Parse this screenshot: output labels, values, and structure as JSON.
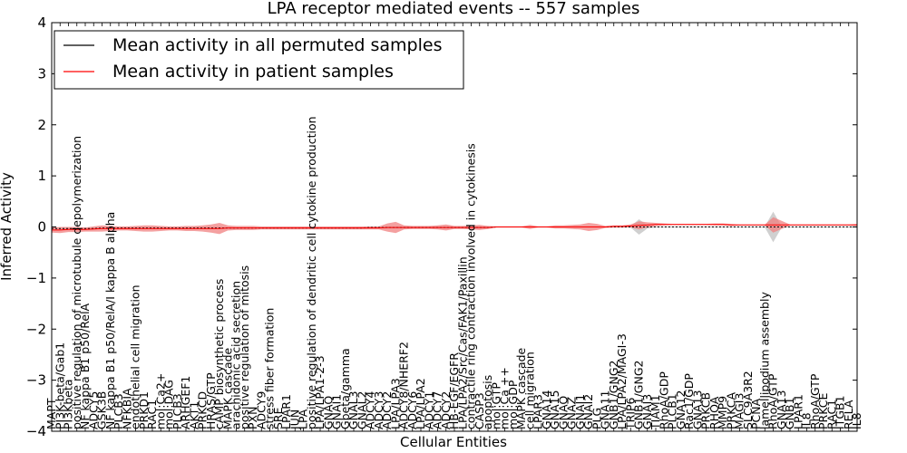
{
  "chart_data": {
    "type": "line",
    "title": "LPA receptor mediated events -- 557 samples",
    "xlabel": "Cellular Entities",
    "ylabel": "Inferred Activity",
    "ylim": [
      -4,
      4
    ],
    "yticks": [
      -4,
      -3,
      -2,
      -1,
      0,
      1,
      2,
      3,
      4
    ],
    "grid": false,
    "legend_position": "top-left",
    "colors": {
      "permuted": "#000000",
      "patient": "#ff0000",
      "patient_band": "#f08080",
      "permuted_band": "#b0b0b0"
    },
    "categories": [
      "MAPT",
      "PI3K-beta/Gab1",
      "PI3Kbeta",
      "positive regulation of microtubule depolymerization",
      "NF kappa B1 p50/RelA",
      "ADCY5",
      "GSK3B",
      "NF kappa B1 p50/RelA/I kappa B alpha",
      "PLCB3",
      "NFKBIA",
      "endothelial cell migration",
      "PRKD1",
      "RAC1",
      "mol:Ca2+",
      "mol:DAG",
      "PLCB3",
      "ARHGEF1",
      "AKT1",
      "PRKCD",
      "HRAS/GTP",
      "cAMP biosynthetic process",
      "MAPK cascade",
      "arachidonic acid secretion",
      "positive regulation of mitosis",
      "PXN",
      "ADCY9",
      "stress fiber formation",
      "SRE",
      "LPAR1",
      "JUN",
      "LPA",
      "positive regulation of dendritic cell cytokine production",
      "LPA/LPA1-2-3",
      "GNAQ",
      "GNAI1",
      "Gbeta/gamma",
      "GNAL3",
      "GNAL2",
      "ADCY4",
      "ADCY3",
      "ADCY2",
      "LPA/LPA3",
      "ADCY8/NHERF2",
      "ADCY6",
      "LPA/LPA2",
      "ADCY1",
      "ADCY7",
      "ADCY2",
      "HB-EGF/EGFR",
      "LPA/LPA2/Src/Cas/FAK1/Paxillin",
      "contractile ring contraction involved in cytokinesis",
      "CASP3",
      "apoptosis",
      "mol:GTP",
      "mol:Ca ++",
      "mol:GDP",
      "MAPK cascade",
      "cell migration",
      "LPAR3",
      "GNA14",
      "GNA15",
      "GNAO",
      "GNAZ",
      "GNAI1",
      "GNAI2",
      "PLG",
      "GNA11",
      "GNB1/GNG2",
      "LPA/LPA2/MAGI-3",
      "TRIP6",
      "GNB1/GNG2",
      "GNAI3",
      "TIAM1",
      "RhoA/GDP",
      "PLCB1",
      "GNA12",
      "Rac1/GDP",
      "GNA13",
      "PRKCB",
      "RHOA",
      "MMP9",
      "PRKCA",
      "MAGI3",
      "SLC9A3R2",
      "PCNA",
      "lamellipodium assembly",
      "RhoA/GTP",
      "GNA13",
      "GNB1",
      "LPAR1",
      "IL8",
      "RhoA/GTP",
      "PRKCE",
      "RAC1",
      "ITGB1",
      "RELA",
      "IL8"
    ],
    "series": [
      {
        "name": "Mean activity in all permuted samples",
        "values": [
          -0.03,
          -0.03,
          -0.03,
          -0.03,
          -0.03,
          -0.03,
          -0.02,
          -0.02,
          -0.02,
          -0.02,
          -0.02,
          -0.02,
          -0.02,
          -0.02,
          -0.02,
          -0.02,
          -0.02,
          -0.02,
          -0.02,
          -0.02,
          -0.02,
          -0.02,
          -0.02,
          -0.02,
          -0.02,
          -0.02,
          -0.02,
          -0.02,
          -0.02,
          -0.02,
          -0.02,
          -0.02,
          -0.02,
          -0.02,
          -0.02,
          -0.02,
          -0.02,
          -0.02,
          -0.01,
          -0.01,
          -0.01,
          -0.01,
          -0.01,
          -0.01,
          -0.01,
          -0.01,
          -0.01,
          -0.01,
          -0.01,
          -0.01,
          -0.01,
          -0.01,
          -0.01,
          0.0,
          0.0,
          0.0,
          0.0,
          0.0,
          0.0,
          0.0,
          0.0,
          0.0,
          0.0,
          0.0,
          0.0,
          0.0,
          0.0,
          0.0,
          0.0,
          0.0,
          0.0,
          0.0,
          0.0,
          0.0,
          0.0,
          0.0,
          0.0,
          0.0,
          0.0,
          0.0,
          0.0,
          0.0,
          0.0,
          0.0,
          0.0,
          0.0,
          0.0,
          0.0,
          0.0,
          0.0,
          0.0,
          0.0,
          0.0,
          0.0,
          0.0,
          0.0,
          0.0
        ]
      },
      {
        "name": "Mean activity in patient samples",
        "values": [
          -0.06,
          -0.06,
          -0.05,
          -0.05,
          -0.05,
          -0.04,
          -0.03,
          -0.03,
          -0.03,
          -0.03,
          -0.03,
          -0.03,
          -0.03,
          -0.03,
          -0.03,
          -0.03,
          -0.03,
          -0.03,
          -0.03,
          -0.03,
          -0.03,
          -0.02,
          -0.02,
          -0.02,
          -0.02,
          -0.02,
          -0.02,
          -0.02,
          -0.02,
          -0.02,
          -0.02,
          -0.02,
          -0.02,
          -0.02,
          -0.02,
          -0.02,
          -0.02,
          -0.02,
          -0.02,
          -0.02,
          -0.01,
          -0.01,
          -0.01,
          -0.01,
          -0.01,
          -0.01,
          -0.01,
          -0.01,
          -0.01,
          -0.01,
          -0.01,
          -0.01,
          -0.01,
          0.0,
          0.0,
          0.0,
          0.0,
          0.0,
          0.0,
          0.0,
          0.0,
          0.0,
          0.0,
          0.0,
          0.0,
          0.0,
          0.0,
          0.01,
          0.01,
          0.02,
          0.03,
          0.04,
          0.05,
          0.05,
          0.05,
          0.05,
          0.05,
          0.05,
          0.05,
          0.05,
          0.05,
          0.04,
          0.04,
          0.04,
          0.04,
          0.04,
          0.04,
          0.04,
          0.04,
          0.04,
          0.04,
          0.04,
          0.04,
          0.04,
          0.04,
          0.04,
          0.04
        ],
        "band": [
          0.05,
          0.06,
          0.05,
          0.05,
          0.04,
          0.05,
          0.06,
          0.05,
          0.04,
          0.04,
          0.05,
          0.06,
          0.06,
          0.05,
          0.04,
          0.04,
          0.05,
          0.05,
          0.06,
          0.08,
          0.11,
          0.05,
          0.04,
          0.04,
          0.04,
          0.03,
          0.03,
          0.03,
          0.03,
          0.03,
          0.03,
          0.03,
          0.03,
          0.03,
          0.03,
          0.03,
          0.03,
          0.03,
          0.03,
          0.03,
          0.08,
          0.11,
          0.04,
          0.03,
          0.03,
          0.03,
          0.04,
          0.06,
          0.03,
          0.03,
          0.04,
          0.05,
          0.03,
          0.01,
          0.01,
          0.01,
          0.01,
          0.04,
          0.01,
          0.01,
          0.03,
          0.03,
          0.04,
          0.05,
          0.08,
          0.06,
          0.02,
          0.02,
          0.02,
          0.03,
          0.08,
          0.05,
          0.03,
          0.02,
          0.01,
          0.01,
          0.01,
          0.01,
          0.01,
          0.02,
          0.02,
          0.02,
          0.01,
          0.01,
          0.01,
          0.01,
          0.15,
          0.08,
          0.01,
          0.01,
          0.01,
          0.01,
          0.01,
          0.01,
          0.01,
          0.01,
          0.02,
          0.02,
          0.22
        ],
        "permuted_band": [
          0.02,
          0.02,
          0.02,
          0.02,
          0.02,
          0.02,
          0.02,
          0.02,
          0.02,
          0.02,
          0.02,
          0.02,
          0.02,
          0.02,
          0.02,
          0.02,
          0.02,
          0.02,
          0.02,
          0.02,
          0.02,
          0.02,
          0.02,
          0.02,
          0.02,
          0.02,
          0.02,
          0.02,
          0.02,
          0.02,
          0.02,
          0.02,
          0.02,
          0.02,
          0.02,
          0.02,
          0.02,
          0.02,
          0.02,
          0.02,
          0.02,
          0.02,
          0.02,
          0.02,
          0.02,
          0.02,
          0.02,
          0.02,
          0.02,
          0.02,
          0.02,
          0.02,
          0.02,
          0.01,
          0.01,
          0.01,
          0.01,
          0.01,
          0.01,
          0.01,
          0.01,
          0.01,
          0.01,
          0.01,
          0.01,
          0.01,
          0.01,
          0.01,
          0.01,
          0.01,
          0.15,
          0.03,
          0.01,
          0.01,
          0.01,
          0.01,
          0.01,
          0.01,
          0.01,
          0.01,
          0.01,
          0.01,
          0.01,
          0.01,
          0.01,
          0.01,
          0.3,
          0.01,
          0.01,
          0.01,
          0.01,
          0.01,
          0.01,
          0.01,
          0.01,
          0.01,
          0.01,
          0.01,
          0.01
        ]
      }
    ]
  }
}
